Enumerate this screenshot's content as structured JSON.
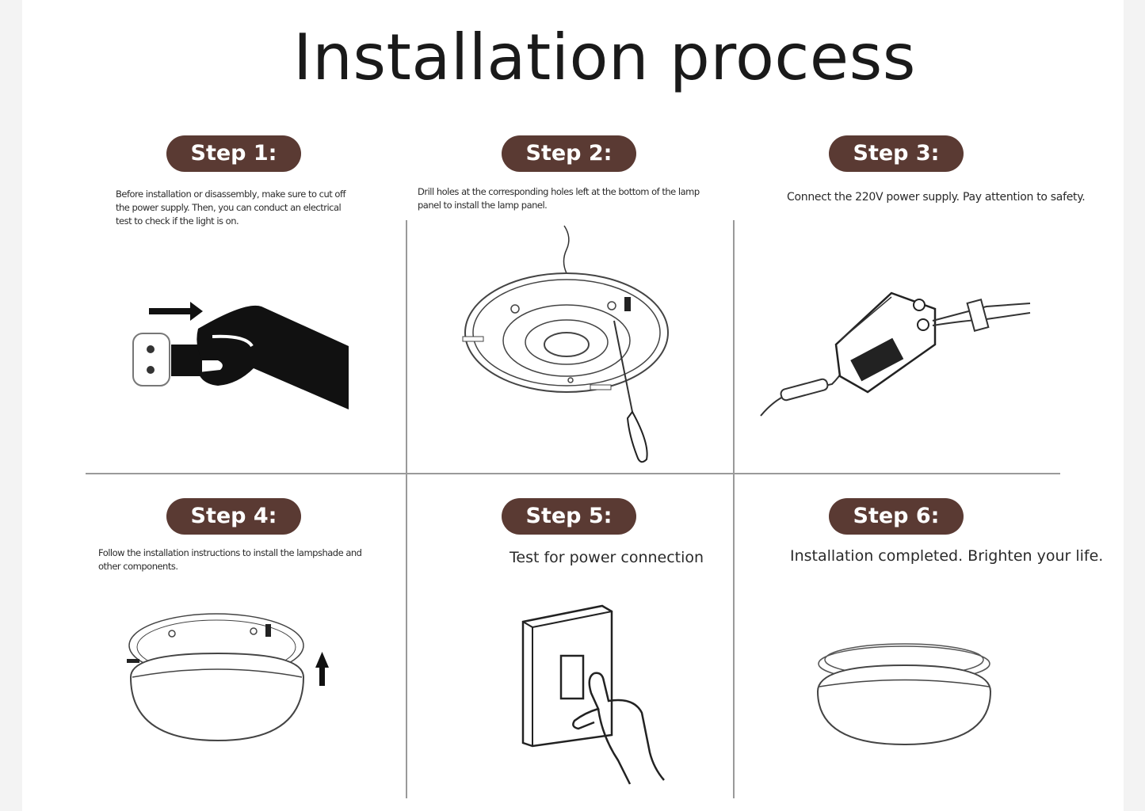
{
  "title": "Installation process",
  "steps": [
    {
      "badge": "Step 1:",
      "text": "Before installation or disassembly, make sure to cut off the power supply. Then, you can conduct an electrical test to check if the light is on."
    },
    {
      "badge": "Step 2:",
      "text": "Drill holes at the corresponding holes left at the bottom of the lamp panel to install the lamp panel."
    },
    {
      "badge": "Step 3:",
      "text": "Connect the 220V power supply. Pay attention to safety."
    },
    {
      "badge": "Step 4:",
      "text": "Follow the installation instructions to install the lampshade and other components."
    },
    {
      "badge": "Step 5:",
      "text": "Test for power connection"
    },
    {
      "badge": "Step 6:",
      "text": "Installation completed. Brighten your life."
    }
  ],
  "icons": [
    "unplug-illustration",
    "drill-lamp-panel-illustration",
    "power-driver-illustration",
    "attach-lampshade-illustration",
    "light-switch-illustration",
    "ceiling-lamp-illustration"
  ],
  "colors": {
    "badge": "#5a3a33",
    "line": "#9a9a9a"
  }
}
